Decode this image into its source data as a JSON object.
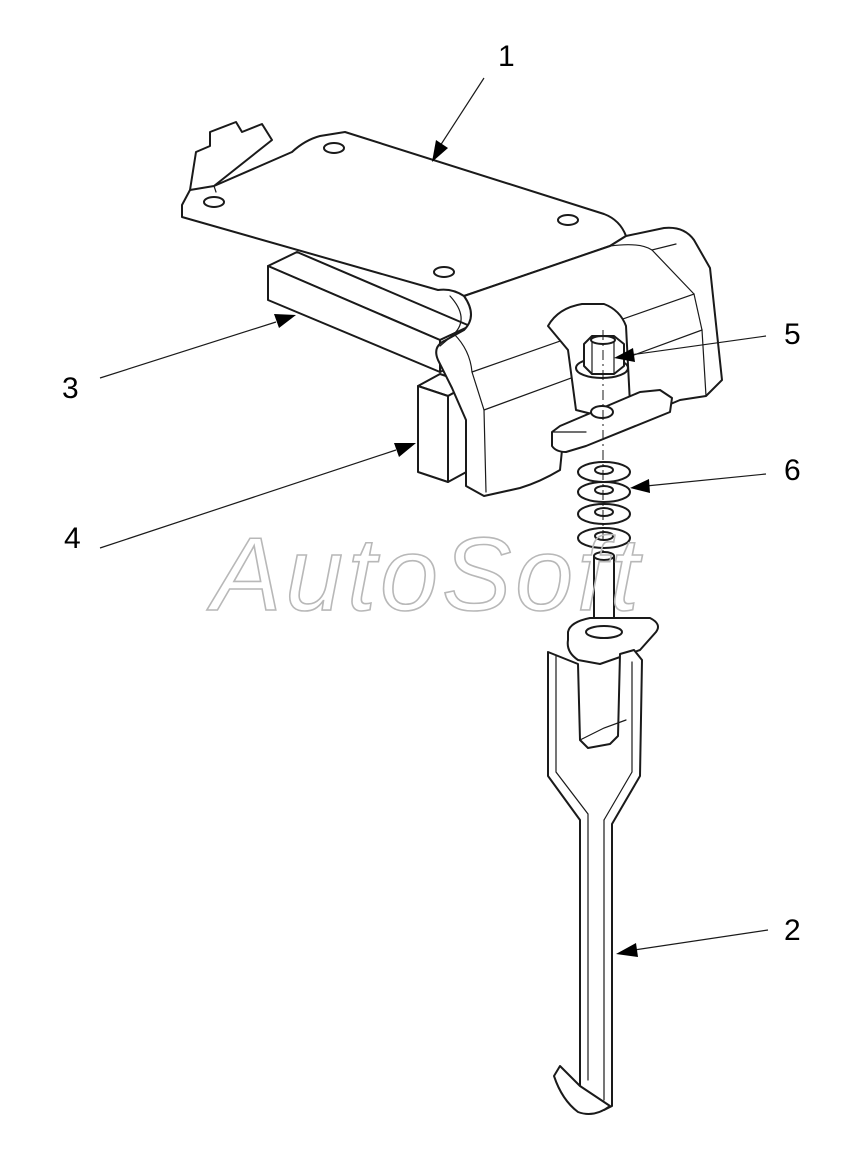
{
  "callouts": {
    "c1": "1",
    "c2": "2",
    "c3": "3",
    "c4": "4",
    "c5": "5",
    "c6": "6"
  },
  "watermark": "AutoSoft",
  "colors": {
    "line": "#1a1a1a",
    "watermark_outline": "#b8b8b8",
    "background": "#ffffff"
  }
}
